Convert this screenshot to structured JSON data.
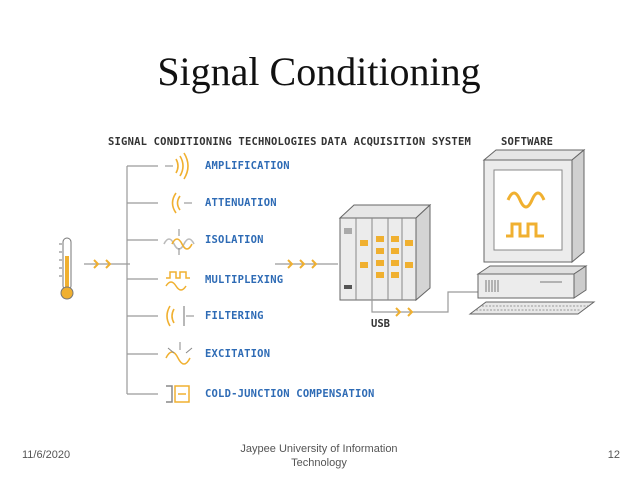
{
  "slide": {
    "title": "Signal Conditioning"
  },
  "diagram": {
    "headers": {
      "technologies": "SIGNAL CONDITIONING TECHNOLOGIES",
      "daq": "DATA ACQUISITION SYSTEM",
      "software": "SOFTWARE"
    },
    "technologies": [
      {
        "label": "AMPLIFICATION",
        "icon": "amplification-icon"
      },
      {
        "label": "ATTENUATION",
        "icon": "attenuation-icon"
      },
      {
        "label": "ISOLATION",
        "icon": "isolation-icon"
      },
      {
        "label": "MULTIPLEXING",
        "icon": "multiplexing-icon"
      },
      {
        "label": "FILTERING",
        "icon": "filtering-icon"
      },
      {
        "label": "EXCITATION",
        "icon": "excitation-icon"
      },
      {
        "label": "COLD-JUNCTION COMPENSATION",
        "icon": "cold-junction-icon"
      }
    ],
    "usb_label": "USB",
    "colors": {
      "accent_orange": "#f0b030",
      "label_blue": "#2e6bb5",
      "line_gray": "#9a9a9a",
      "device_gray": "#c8c8c8"
    }
  },
  "footer": {
    "date": "11/6/2020",
    "center_line1": "Jaypee University of Information",
    "center_line2": "Technology",
    "page": "12"
  }
}
